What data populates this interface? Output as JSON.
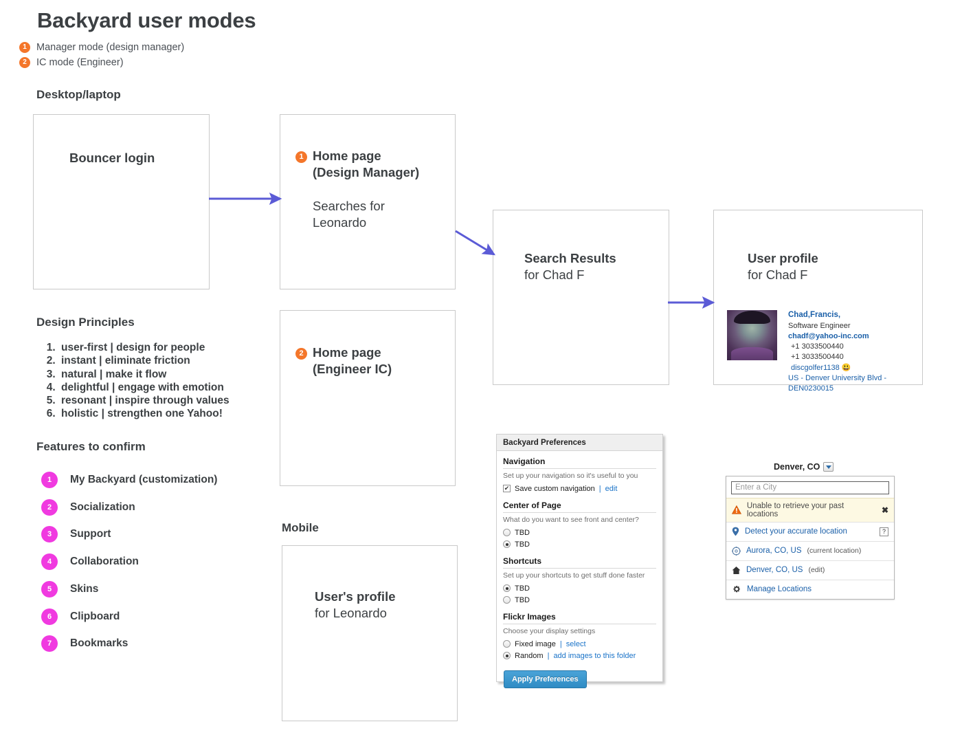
{
  "page": {
    "title": "Backyard user modes",
    "modes": [
      {
        "num": "1",
        "label": "Manager mode (design manager)"
      },
      {
        "num": "2",
        "label": "IC mode (Engineer)"
      }
    ],
    "desktop_heading": "Desktop/laptop",
    "mobile_heading": "Mobile"
  },
  "flow": {
    "bouncer": {
      "title": "Bouncer login"
    },
    "home_manager": {
      "num": "1",
      "title_line1": "Home page",
      "title_line2": "(Design Manager)",
      "sub_line1": "Searches for",
      "sub_line2": "Leonardo"
    },
    "home_ic": {
      "num": "2",
      "title_line1": "Home page",
      "title_line2": "(Engineer IC)"
    },
    "search_results": {
      "title": "Search Results",
      "sub": "for Chad F"
    },
    "user_profile": {
      "title": "User profile",
      "sub": "for Chad F"
    },
    "mobile_profile": {
      "title": "User's profile",
      "sub": "for Leonardo"
    },
    "arrow_color": "#5B5BD6"
  },
  "profile_card": {
    "name": "Chad,Francis,",
    "role": "Software Engineer",
    "email": "chadf@yahoo-inc.com",
    "phone1": "+1 3033500440",
    "phone2": "+1 3033500440",
    "messenger_id": "discgolfer1138",
    "messenger_emoji": "😃",
    "location": "US - Denver University Blvd - DEN0230015"
  },
  "principles": {
    "heading": "Design Principles",
    "items": [
      "user-first | design for people",
      "instant | eliminate friction",
      "natural | make it flow",
      "delightful | engage with emotion",
      "resonant | inspire through values",
      "holistic | strengthen one Yahoo!"
    ]
  },
  "features": {
    "heading": "Features to confirm",
    "badge_color": "#F03AE0",
    "items": [
      {
        "num": "1",
        "label": "My Backyard (customization)"
      },
      {
        "num": "2",
        "label": "Socialization"
      },
      {
        "num": "3",
        "label": "Support"
      },
      {
        "num": "4",
        "label": "Collaboration"
      },
      {
        "num": "5",
        "label": "Skins"
      },
      {
        "num": "6",
        "label": "Clipboard"
      },
      {
        "num": "7",
        "label": "Bookmarks"
      }
    ]
  },
  "preferences": {
    "header": "Backyard Preferences",
    "navigation": {
      "title": "Navigation",
      "desc": "Set up your navigation so it's useful to you",
      "checkbox_label": "Save custom navigation",
      "separator": "|",
      "edit_link": "edit",
      "checked": true
    },
    "center_of_page": {
      "title": "Center of Page",
      "desc": "What do you want to see front and center?",
      "options": [
        {
          "label": "TBD",
          "selected": false
        },
        {
          "label": "TBD",
          "selected": true
        }
      ]
    },
    "shortcuts": {
      "title": "Shortcuts",
      "desc": "Set up your shortcuts to get stuff done faster",
      "options": [
        {
          "label": "TBD",
          "selected": true
        },
        {
          "label": "TBD",
          "selected": false
        }
      ]
    },
    "flickr": {
      "title": "Flickr Images",
      "desc": "Choose your display settings",
      "options": [
        {
          "label": "Fixed image",
          "separator": "|",
          "link": "select",
          "selected": false
        },
        {
          "label": "Random",
          "separator": "|",
          "link": "add images to this folder",
          "selected": true
        }
      ]
    },
    "apply_button": "Apply Preferences",
    "accent_color": "#2f8cc4"
  },
  "location": {
    "trigger_label": "Denver, CO",
    "input_placeholder": "Enter a City",
    "input_value": "",
    "warning": "Unable to retrieve your past locations",
    "detect_link": "Detect your accurate location",
    "help_glyph": "?",
    "close_glyph": "✖",
    "rows": [
      {
        "icon": "compass-icon",
        "link": "Aurora, CO, US",
        "note": "(current location)"
      },
      {
        "icon": "home-icon",
        "link": "Denver, CO, US",
        "note": "(edit)"
      },
      {
        "icon": "gear-icon",
        "link": "Manage Locations",
        "note": ""
      }
    ]
  }
}
